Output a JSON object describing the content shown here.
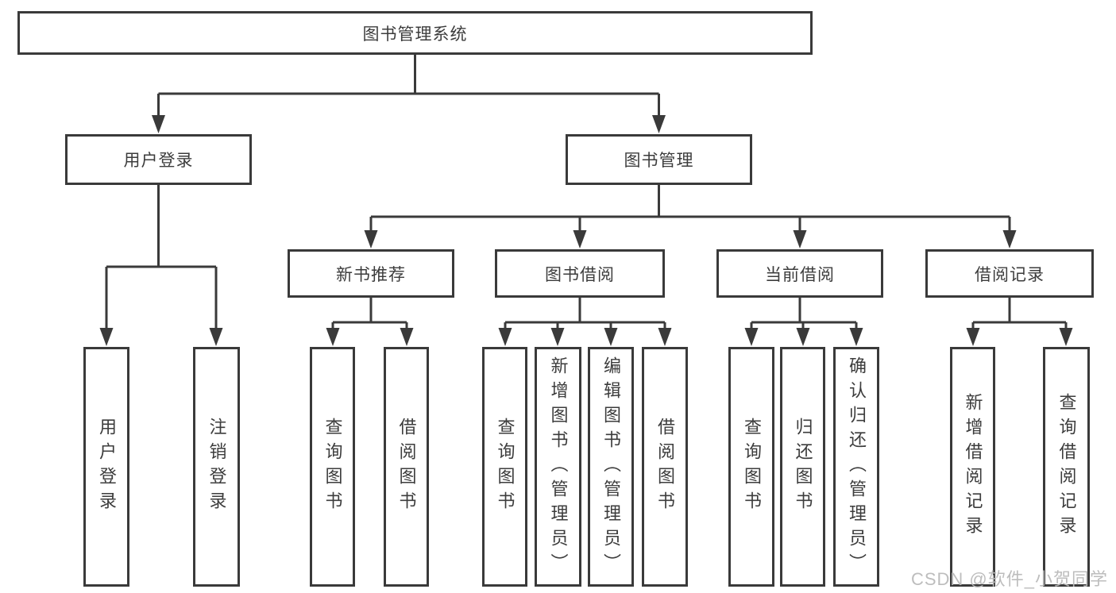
{
  "diagram": {
    "root": {
      "label": "图书管理系统"
    },
    "branches": [
      {
        "label": "用户登录",
        "children": [
          {
            "label": "用户登录"
          },
          {
            "label": "注销登录"
          }
        ]
      },
      {
        "label": "图书管理",
        "children": [
          {
            "label": "新书推荐",
            "children": [
              {
                "label": "查询图书"
              },
              {
                "label": "借阅图书"
              }
            ]
          },
          {
            "label": "图书借阅",
            "children": [
              {
                "label": "查询图书"
              },
              {
                "label": "新增图书（管理员）"
              },
              {
                "label": "编辑图书（管理员）"
              },
              {
                "label": "借阅图书"
              }
            ]
          },
          {
            "label": "当前借阅",
            "children": [
              {
                "label": "查询图书"
              },
              {
                "label": "归还图书"
              },
              {
                "label": "确认归还（管理员）"
              }
            ]
          },
          {
            "label": "借阅记录",
            "children": [
              {
                "label": "新增借阅记录"
              },
              {
                "label": "查询借阅记录"
              }
            ]
          }
        ]
      }
    ]
  },
  "watermark": {
    "text": "CSDN @软件_小贺同学"
  },
  "colors": {
    "line": "#3a3a3a",
    "text": "#3c3c3c",
    "watermark": "#b9b9b9",
    "background": "#ffffff"
  }
}
